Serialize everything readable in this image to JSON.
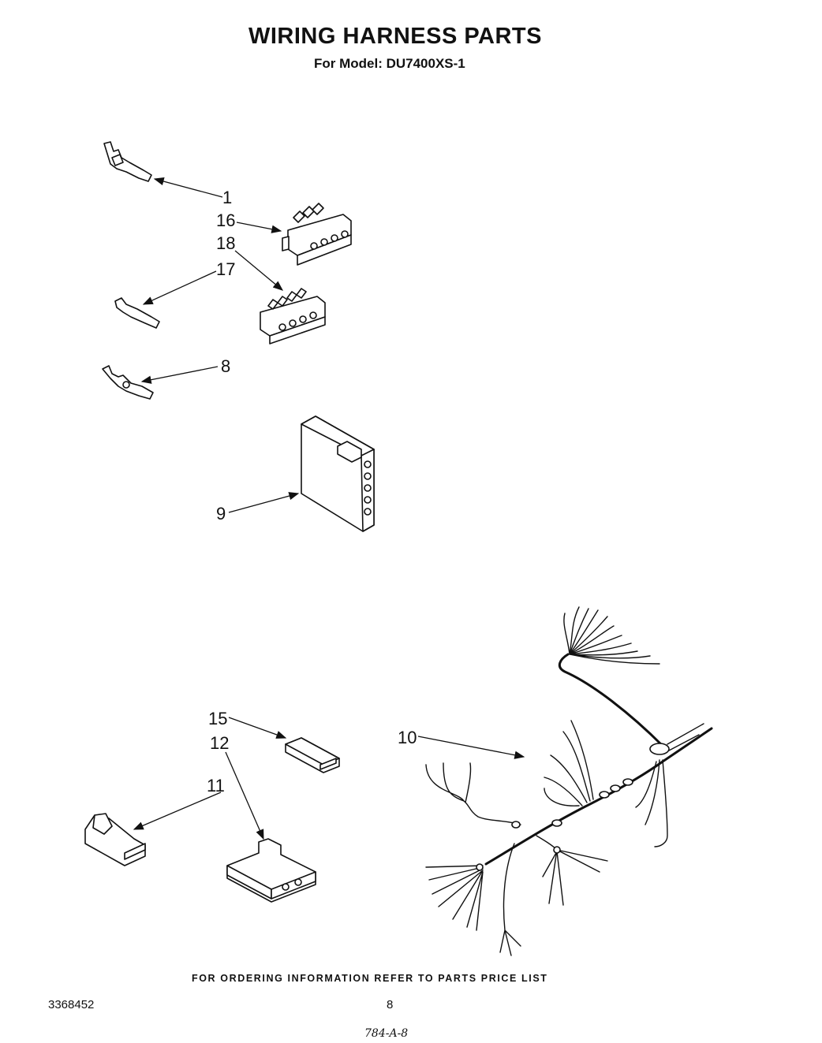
{
  "header": {
    "title": "WIRING HARNESS PARTS",
    "subtitle": "For Model: DU7400XS-1"
  },
  "callouts": [
    "1",
    "16",
    "18",
    "17",
    "8",
    "9",
    "15",
    "12",
    "11",
    "10"
  ],
  "footer": {
    "ordering_note": "FOR ORDERING INFORMATION REFER TO PARTS PRICE LIST",
    "doc_number": "3368452",
    "page_number": "8",
    "handwritten_code": "784-A-8"
  }
}
